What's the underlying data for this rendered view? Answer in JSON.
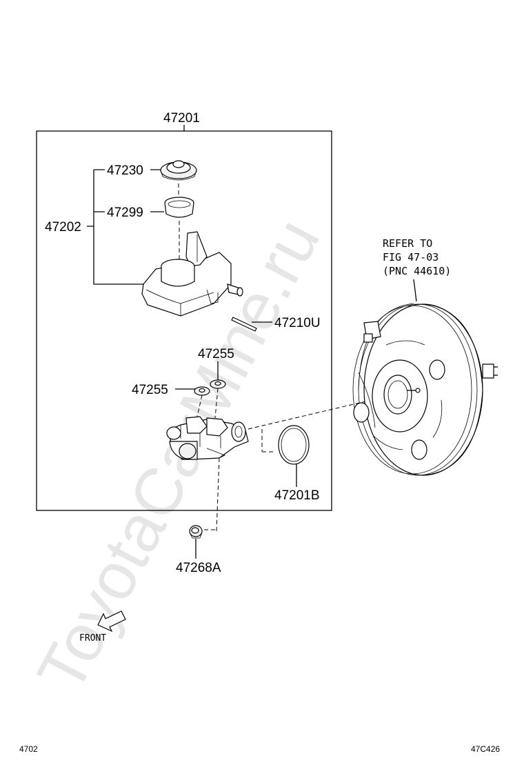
{
  "watermark": "ToyotaCarMine.ru",
  "labels": {
    "assembly": "47201",
    "reservoir_sub": "47202",
    "cap": "47230",
    "strainer": "47299",
    "pin": "47210U",
    "grommet_top": "47255",
    "grommet_left": "47255",
    "ring": "47201B",
    "nut": "47268A"
  },
  "refer_note": [
    "REFER TO",
    "FIG 47-03",
    "(PNC 44610)"
  ],
  "front_label": "FRONT",
  "footer": {
    "left": "4702",
    "right": "47C426"
  }
}
